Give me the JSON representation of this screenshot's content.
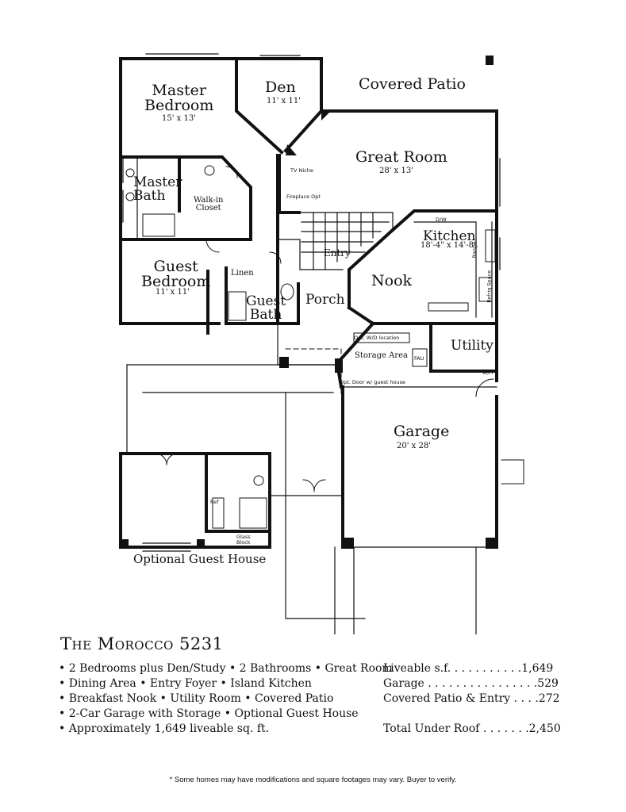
{
  "rooms": {
    "master_bedroom": {
      "name": "Master\nBedroom",
      "dim": "15' x 13'"
    },
    "den": {
      "name": "Den",
      "dim": "11' x 11'"
    },
    "covered_patio": {
      "name": "Covered Patio"
    },
    "great_room": {
      "name": "Great Room",
      "dim": "28' x 13'"
    },
    "master_bath": {
      "name": "Master\nBath"
    },
    "walk_in_closet": {
      "name": "Walk-in\nCloset"
    },
    "kitchen": {
      "name": "Kitchen",
      "dim": "18'-4\" x 14'-8\""
    },
    "entry": {
      "name": "Entry"
    },
    "guest_bedroom": {
      "name": "Guest\nBedroom",
      "dim": "11' x 11'"
    },
    "linen": {
      "name": "Linen"
    },
    "nook": {
      "name": "Nook"
    },
    "porch": {
      "name": "Porch"
    },
    "guest_bath": {
      "name": "Guest\nBath"
    },
    "utility": {
      "name": "Utility"
    },
    "storage_area": {
      "name": "Storage Area"
    },
    "garage": {
      "name": "Garage",
      "dim": "20' x 28'"
    },
    "optional_guest_house": {
      "name": "Optional Guest House"
    },
    "glass_block": {
      "name": "Glass\nBlock"
    }
  },
  "notes": {
    "tv_niche": "TV Niche",
    "fireplace": "Fireplace Opt",
    "dw": "D/W",
    "range": "Range",
    "ref_space": "Refrig Space",
    "opt_wd": "Opt. W/D location",
    "fau": "FAU",
    "wh": "W/H",
    "opt_door": "Opt. Door w/ guest house",
    "ref": "Ref"
  },
  "title": {
    "prefix": "The Morocco",
    "number": "5231"
  },
  "features": [
    "• 2 Bedrooms plus Den/Study • 2 Bathrooms • Great Room",
    "• Dining Area • Entry Foyer • Island Kitchen",
    "• Breakfast Nook • Utility Room  • Covered Patio",
    "• 2-Car Garage with Storage • Optional Guest House",
    "• Approximately 1,649 liveable sq. ft."
  ],
  "stats": [
    "Liveable s.f.  . . . . . . . . . .1,649",
    "Garage . . . . . . . . . . . . . . . .529",
    "Covered Patio & Entry  . . . .272",
    "",
    "Total Under Roof . . . . . . .2,450"
  ],
  "disclaimer": "* Some homes may have modifications and square footages may vary. Buyer to verify."
}
